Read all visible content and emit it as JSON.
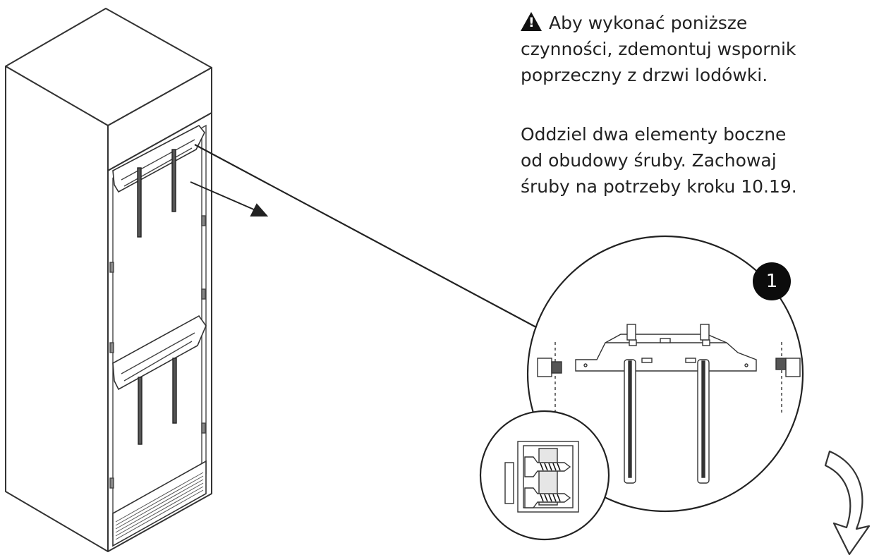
{
  "instructions": {
    "warning_line1": "Aby wykonać poniższe",
    "warning_line2": "czynności, zdemontuj wspornik",
    "warning_line3": "poprzeczny z drzwi lodówki.",
    "step_line1": "Oddziel dwa elementy boczne",
    "step_line2": "od obudowy śruby. Zachowaj",
    "step_line3": "śruby na potrzeby kroku 10.19."
  },
  "step_badge": "1",
  "icons": [
    "warning-icon",
    "direction-arrow-icon",
    "next-step-arrow-icon"
  ],
  "colors": {
    "line": "#333333",
    "badge": "#0c0c0c",
    "background": "#ffffff"
  }
}
